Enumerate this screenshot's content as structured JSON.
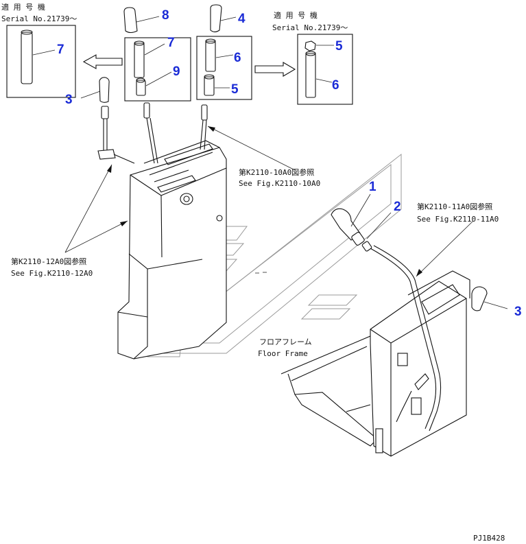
{
  "notes": {
    "serial_left_jp": "適 用 号 機",
    "serial_left_en": "Serial No.21739～",
    "serial_right_jp": "適 用 号 機",
    "serial_right_en": "Serial No.21739～",
    "ref_10a0_jp": "第K2110-10A0図参照",
    "ref_10a0_en": "See Fig.K2110-10A0",
    "ref_11a0_jp": "第K2110-11A0図参照",
    "ref_11a0_en": "See Fig.K2110-11A0",
    "ref_12a0_jp": "第K2110-12A0図参照",
    "ref_12a0_en": "See Fig.K2110-12A0",
    "floor_jp": "フロアフレーム",
    "floor_en": "Floor Frame",
    "code": "PJ1B428"
  },
  "callouts": {
    "c8": "8",
    "c4": "4",
    "c7_box": "7",
    "c7_mid": "7",
    "c9": "9",
    "c6_mid": "6",
    "c5_mid": "5",
    "c5_right": "5",
    "c6_right": "6",
    "c3_left": "3",
    "c3_right": "3",
    "c1": "1",
    "c2": "2"
  },
  "colors": {
    "callout": "#1a2bd6",
    "line": "#111111"
  }
}
